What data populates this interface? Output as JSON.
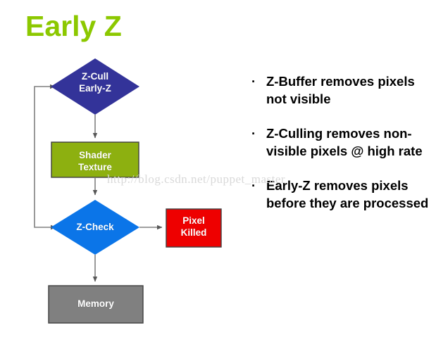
{
  "slide": {
    "title": "Early Z",
    "title_color": "#8CC800",
    "background": "#ffffff"
  },
  "watermark": {
    "text": "http://blog.csdn.net/puppet_master",
    "color": "#d9d9d9"
  },
  "flowchart": {
    "nodes": [
      {
        "id": "z-cull",
        "shape": "diamond",
        "label": "Z-Cull\nEarly-Z",
        "line1": "Z-Cull",
        "line2": "Early-Z",
        "fill": "#333399",
        "text_color": "#ffffff"
      },
      {
        "id": "shader-texture",
        "shape": "rectangle",
        "label": "Shader\nTexture",
        "line1": "Shader",
        "line2": "Texture",
        "fill": "#8DB010",
        "border": "#3f3f3f",
        "text_color": "#ffffff"
      },
      {
        "id": "z-check",
        "shape": "diamond",
        "label": "Z-Check",
        "line1": "Z-Check",
        "fill": "#0B75E8",
        "text_color": "#ffffff"
      },
      {
        "id": "pixel-killed",
        "shape": "rectangle",
        "label": "Pixel\nKilled",
        "line1": "Pixel",
        "line2": "Killed",
        "fill": "#EE0000",
        "border": "#3f3f3f",
        "text_color": "#ffffff"
      },
      {
        "id": "memory",
        "shape": "rectangle",
        "label": "Memory",
        "line1": "Memory",
        "fill": "#808080",
        "border": "#3f3f3f",
        "text_color": "#ffffff"
      }
    ],
    "edges": [
      {
        "from": "z-cull",
        "to": "shader-texture",
        "direction": "down"
      },
      {
        "from": "shader-texture",
        "to": "z-check",
        "direction": "down"
      },
      {
        "from": "z-check",
        "to": "pixel-killed",
        "direction": "right"
      },
      {
        "from": "z-check",
        "to": "memory",
        "direction": "down"
      },
      {
        "from": "z-check",
        "to": "z-cull",
        "direction": "feedback-left"
      }
    ],
    "edge_color": "#808080"
  },
  "bullets": [
    {
      "text": "Z-Buffer removes pixels not visible",
      "marker": "·"
    },
    {
      "text": "Z-Culling removes non-visible pixels @ high rate",
      "marker": "·"
    },
    {
      "text": "Early-Z removes pixels before they are processed",
      "marker": "·"
    }
  ]
}
